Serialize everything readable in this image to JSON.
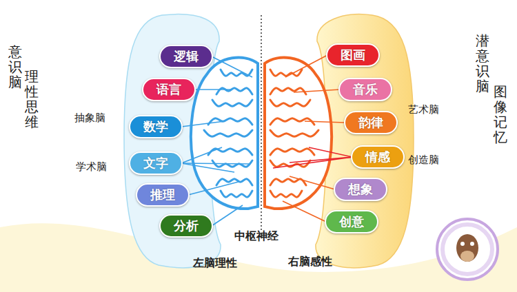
{
  "diagram": {
    "nodes": [
      {
        "text": [
          "逻辑"
        ]
      },
      {
        "text": [
          "语言"
        ]
      },
      {
        "text": [
          "数学"
        ]
      },
      {
        "text": [
          "文字"
        ]
      },
      {
        "text": [
          "推理"
        ]
      },
      {
        "text": [
          "分析"
        ]
      },
      {
        "text": [
          "图画"
        ]
      },
      {
        "text": [
          "音乐"
        ]
      },
      {
        "text": [
          "韵律"
        ]
      },
      {
        "text": [
          "情感"
        ]
      },
      {
        "text": [
          "想象"
        ]
      },
      {
        "text": [
          "创意"
        ]
      }
    ],
    "labels": [
      "意识脑",
      "理性思维",
      "抽象脑",
      "学术脑",
      "潜意识脑",
      "图像记忆",
      "艺术脑",
      "创造脑",
      "中枢神经",
      "左脑理性",
      "右脑感性"
    ]
  }
}
